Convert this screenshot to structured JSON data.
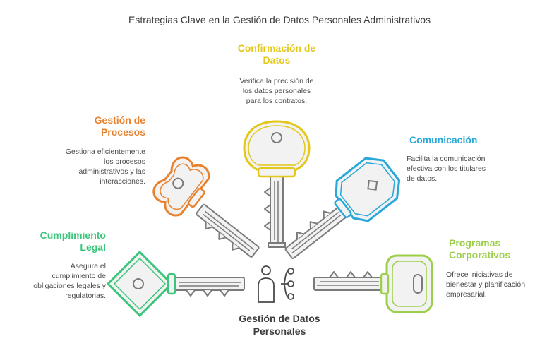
{
  "title": "Estrategias Clave en la Gestión de Datos Personales Administrativos",
  "center": {
    "label_line1": "Gestión de Datos",
    "label_line2": "Personales",
    "icon": "person-network-icon"
  },
  "items": [
    {
      "key": "confirmacion",
      "label_line1": "Confirmación de",
      "label_line2": "Datos",
      "color": "#e3c71b",
      "desc": [
        "Verifica la precisión de",
        "los datos personales",
        "para los contratos."
      ]
    },
    {
      "key": "procesos",
      "label_line1": "Gestión de",
      "label_line2": "Procesos",
      "color": "#e8822e",
      "desc": [
        "Gestiona eficientemente",
        "los procesos",
        "administrativos y las",
        "interacciones."
      ]
    },
    {
      "key": "comunicacion",
      "label_line1": "Comunicación",
      "label_line2": "",
      "color": "#27a8d9",
      "desc": [
        "Facilita la comunicación",
        "efectiva con los titulares",
        "de datos."
      ]
    },
    {
      "key": "cumplimiento",
      "label_line1": "Cumplimiento",
      "label_line2": "Legal",
      "color": "#3cc57a",
      "desc": [
        "Asegura el",
        "cumplimiento de",
        "obligaciones legales y",
        "regulatorias."
      ]
    },
    {
      "key": "programas",
      "label_line1": "Programas",
      "label_line2": "Corporativos",
      "color": "#9ccf4a",
      "desc": [
        "Ofrece iniciativas de",
        "bienestar y planificación",
        "empresarial."
      ]
    }
  ]
}
